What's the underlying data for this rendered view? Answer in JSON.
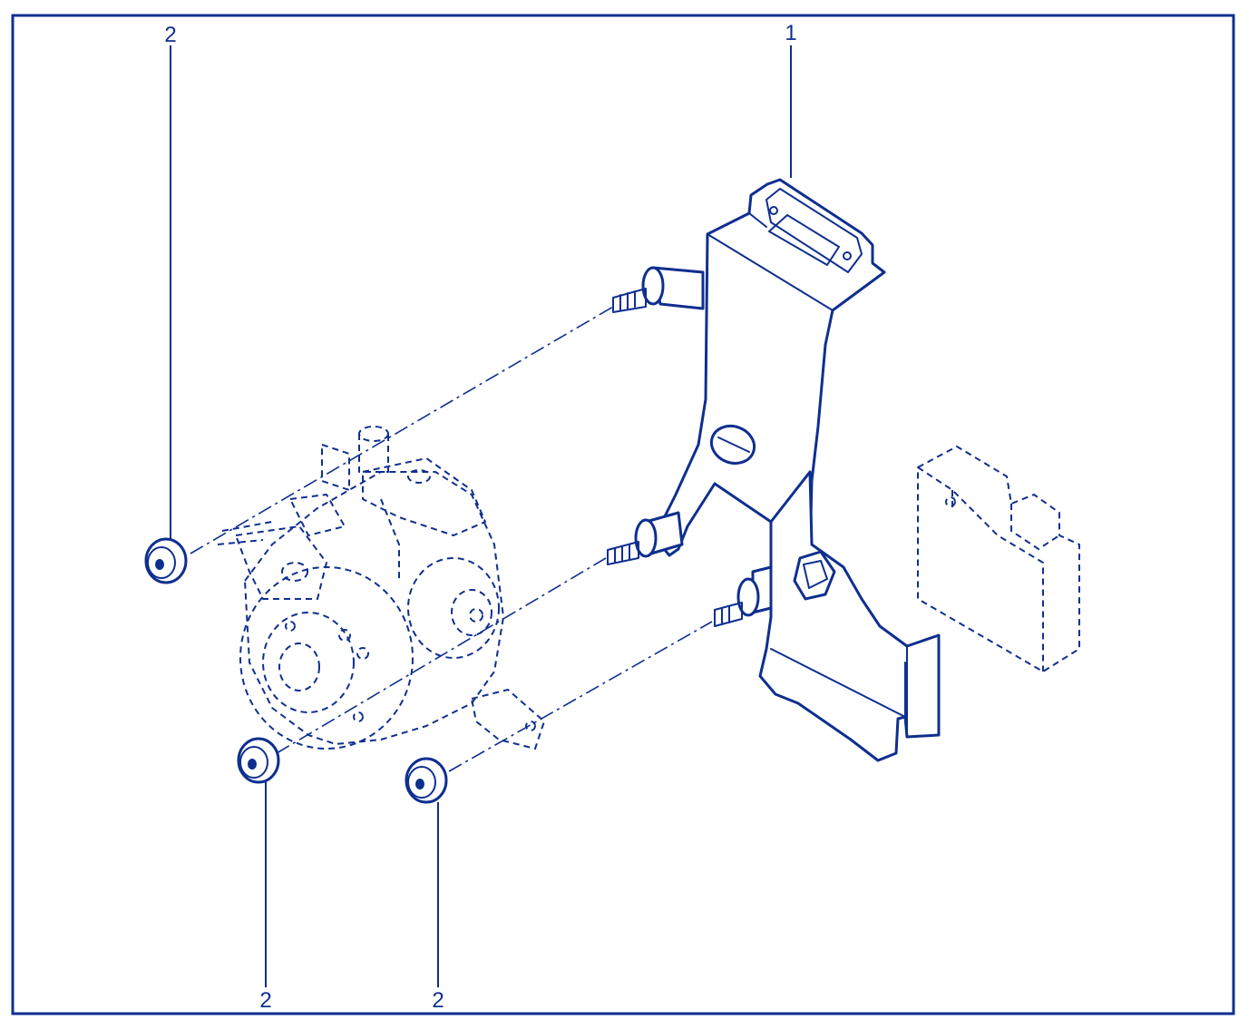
{
  "colors": {
    "ink": "#0f2f8f",
    "background": "#ffffff"
  },
  "callouts": [
    {
      "id": "c1",
      "label": "1"
    },
    {
      "id": "c2a",
      "label": "2"
    },
    {
      "id": "c2b",
      "label": "2"
    },
    {
      "id": "c2c",
      "label": "2"
    }
  ],
  "icons": {
    "bracket": "mounting-bracket-icon",
    "nut": "flange-nut-icon",
    "pump": "pump-ghost-icon",
    "box": "module-ghost-icon"
  }
}
